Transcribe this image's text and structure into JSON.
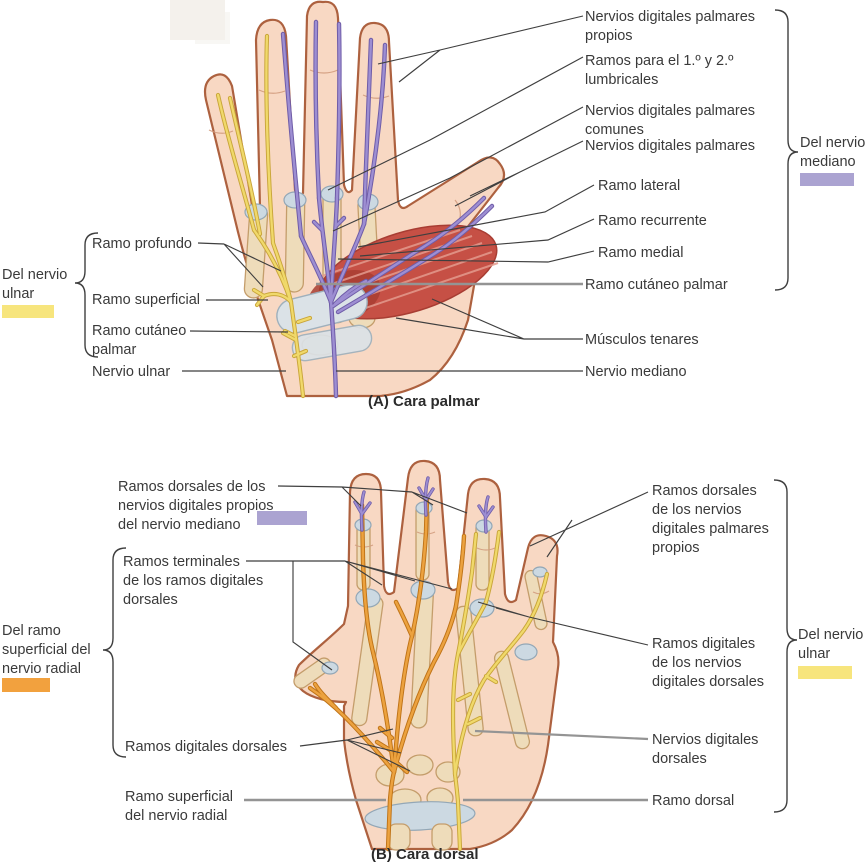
{
  "panel_a": {
    "caption": "(A) Cara palmar",
    "right_labels": [
      "Nervios digitales palmares\npropios",
      "Ramos para el 1.º y 2.º\nlumbricales",
      "Nervios digitales palmares\ncomunes",
      "Nervios digitales palmares",
      "Ramo lateral",
      "Ramo recurrente",
      "Ramo medial",
      "Ramo cutáneo palmar",
      "Músculos tenares",
      "Nervio mediano"
    ],
    "left_labels": [
      "Ramo profundo",
      "Ramo superficial",
      "Ramo cutáneo\npalmar",
      "Nervio ulnar"
    ],
    "median_group": {
      "label": "Del nervio\nmediano",
      "color": "#aba3d1"
    },
    "ulnar_group": {
      "label": "Del nervio\nulnar",
      "color": "#f7e57d"
    }
  },
  "panel_b": {
    "caption": "(B) Cara dorsal",
    "left_labels": [
      "Ramos dorsales de los\nnervios digitales propios\ndel nervio mediano",
      "Ramos terminales\nde los ramos digitales\ndorsales",
      "Ramos digitales dorsales",
      "Ramo superficial\ndel nervio radial"
    ],
    "right_labels": [
      "Ramos dorsales\nde los nervios\ndigitales palmares\npropios",
      "Ramos digitales\nde los nervios\ndigitales dorsales",
      "Nervios digitales\ndorsales",
      "Ramo dorsal"
    ],
    "median_swatch_color": "#aba3d1",
    "radial_group": {
      "label": "Del ramo\nsuperficial del\nnervio radial",
      "color": "#f2a13e"
    },
    "ulnar_group": {
      "label": "Del nervio\nulnar",
      "color": "#f7e57d"
    }
  },
  "illustration_colors": {
    "skin": "#f8d8c3",
    "skin_line": "#ad613f",
    "bone": "#eedcba",
    "bone_line": "#c49d6b",
    "joint": "#ccd9e2",
    "joint_line": "#93a7b6",
    "median_nerve": "#9d8ed2",
    "median_nerve_dark": "#6f5ca8",
    "ulnar_nerve": "#f0d96b",
    "ulnar_nerve_dark": "#c9a53a",
    "radial_nerve": "#eca23f",
    "radial_nerve_dark": "#bf7317",
    "muscle": "#c65045",
    "muscle_dark": "#a83d33",
    "muscle_light": "#e39a8d",
    "ligament": "#dbe2e7",
    "ligament_line": "#9fb0bc",
    "leader_line": "#3f3f3f",
    "leader_line_gray": "#949494"
  }
}
